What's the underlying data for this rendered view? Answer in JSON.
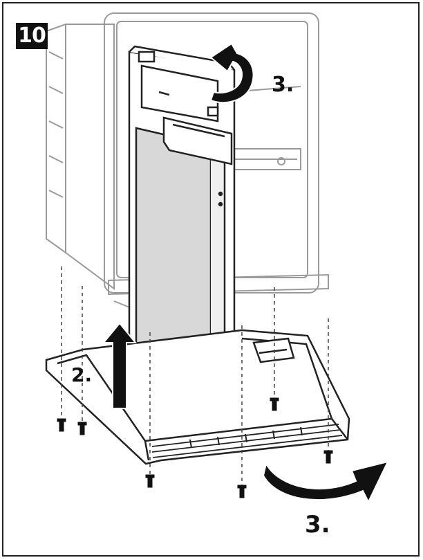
{
  "figure": {
    "step_number": "10",
    "labels": {
      "rotate_top": "3.",
      "lift_door": "2.",
      "rotate_bottom": "3."
    }
  },
  "colors": {
    "line": "#222222",
    "light_line": "#9a9a9a",
    "door_fill": "#d8d8d8",
    "arrow_fill": "#111111",
    "background": "#ffffff"
  }
}
